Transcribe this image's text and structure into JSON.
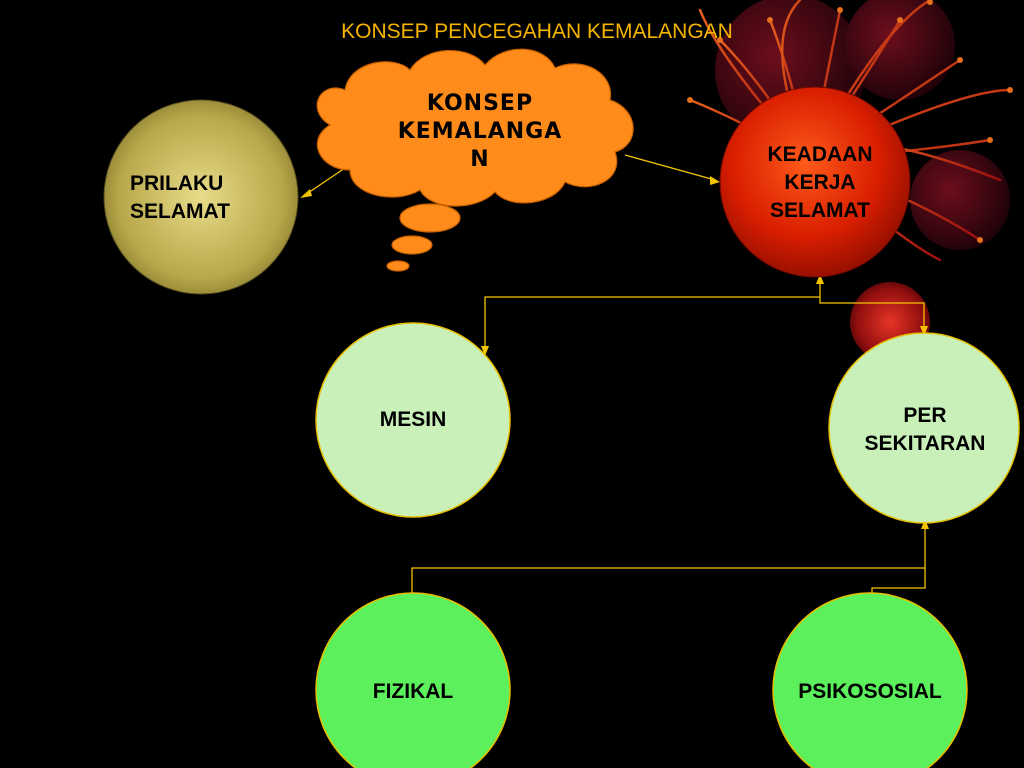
{
  "slide": {
    "title": "KONSEP PENCEGAHAN KEMALANGAN"
  },
  "nodes": {
    "cloud": "KONSEP\nKEMALANGA\nN",
    "prilaku": "PRILAKU\nSELAMAT",
    "keadaan": "KEADAAN\nKERJA\nSELAMAT",
    "mesin": "MESIN",
    "persekitaran": "PER\nSEKITARAN",
    "fizikal": "FIZIKAL",
    "psikososial": "PSIKOSOSIAL"
  },
  "colors": {
    "background": "#000000",
    "title": "#f5b400",
    "cloud": "#ff8c1a",
    "prilaku": "#b8a84a",
    "keadaan": "#d81e00",
    "light_green": "#c8f0b8",
    "bright_green": "#5cf05c",
    "connector": "#f5c400"
  }
}
